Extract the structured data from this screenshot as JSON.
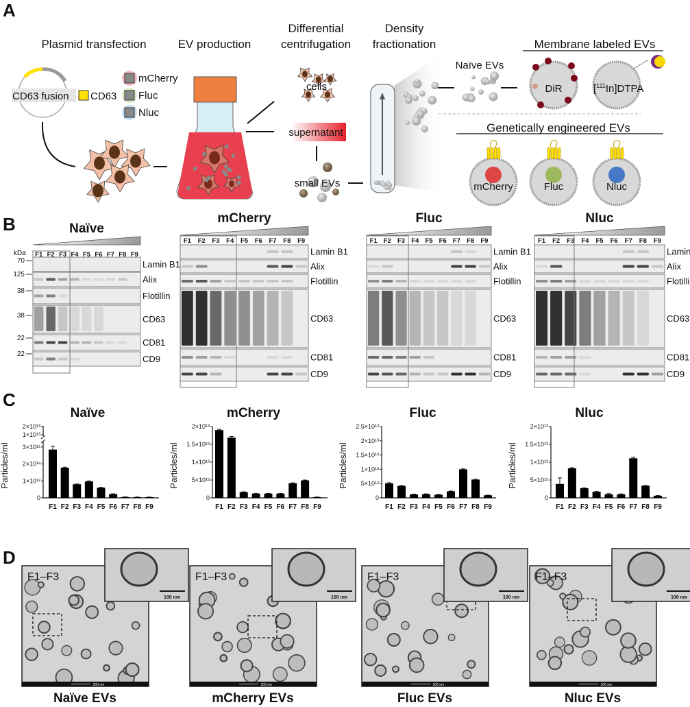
{
  "panel_a": {
    "label": "A",
    "steps": {
      "plasmid": "Plasmid transfection",
      "ev_production": "EV production",
      "diff_centrifugation": [
        "Differential",
        "centrifugation"
      ],
      "density": [
        "Density",
        "fractionation"
      ]
    },
    "construct": {
      "fusion": "CD63 fusion",
      "cd63": "CD63",
      "reporters": [
        {
          "name": "mCherry",
          "glow": "#f4a0a8"
        },
        {
          "name": "Fluc",
          "glow": "#cfe8a8"
        },
        {
          "name": "Nluc",
          "glow": "#a8d4f4"
        }
      ]
    },
    "products": {
      "cells": "cells",
      "supernatant": "supernatant",
      "small_evs": "small EVs"
    },
    "naive_evs": "Naïve EVs",
    "membrane": {
      "heading": "Membrane labeled EVs",
      "dir": "DiR",
      "dtpa": {
        "prefix": "[",
        "sup": "111",
        "suffix": "In]DTPA"
      }
    },
    "genetic": {
      "heading": "Genetically engineered EVs",
      "labels": [
        "mCherry",
        "Fluc",
        "Nluc"
      ]
    },
    "colors": {
      "cell": "#f4c0a8",
      "nucleus": "#5a3418",
      "medium": "#e8404f",
      "cap": "#f08040",
      "cd63": "#ffe000"
    }
  },
  "panel_b": {
    "label": "B",
    "kda_label": "kDa",
    "markers": [
      "70",
      "125",
      "38",
      "38",
      "22",
      "22"
    ],
    "lanes": [
      "F1",
      "F2",
      "F3",
      "F4",
      "F5",
      "F6",
      "F7",
      "F8",
      "F9"
    ],
    "proteins": [
      "Lamin B1",
      "Alix",
      "Flotillin",
      "CD63",
      "CD81",
      "CD9"
    ],
    "blots": [
      {
        "title": "Naïve"
      },
      {
        "title": "mCherry"
      },
      {
        "title": "Fluc"
      },
      {
        "title": "Nluc"
      }
    ]
  },
  "panel_c": {
    "label": "C"
  },
  "chart_data": [
    {
      "type": "bar",
      "title": "Naïve",
      "ylabel": "Particles/ml",
      "categories": [
        "F1",
        "F2",
        "F3",
        "F4",
        "F5",
        "F6",
        "F7",
        "F8",
        "F9"
      ],
      "values": [
        2850000000000.0,
        1780000000000.0,
        800000000000.0,
        970000000000.0,
        600000000000.0,
        220000000000.0,
        50000000000.0,
        40000000000.0,
        40000000000.0
      ],
      "errors": [
        200000000000.0,
        30000000000.0,
        20000000000.0,
        30000000000.0,
        20000000000.0,
        20000000000.0,
        10000000000.0,
        10000000000.0,
        10000000000.0
      ],
      "broken_axis": true,
      "ylim_lower": [
        0,
        3300000000000.0
      ],
      "ylim_upper": [
        10000000000000.0,
        20000000000000.0
      ],
      "yticks": [
        {
          "v": 0,
          "label": "0"
        },
        {
          "v": 1000000000000.0,
          "label": "1×10¹²"
        },
        {
          "v": 2000000000000.0,
          "label": "2×10¹²"
        },
        {
          "v": 3000000000000.0,
          "label": "3×10¹²"
        },
        {
          "v": 10000000000000.0,
          "label": "1×10¹³"
        },
        {
          "v": 20000000000000.0,
          "label": "2×10¹³"
        }
      ]
    },
    {
      "type": "bar",
      "title": "mCherry",
      "ylabel": "Particles/ml",
      "categories": [
        "F1",
        "F2",
        "F3",
        "F4",
        "F5",
        "F6",
        "F7",
        "F8",
        "F9"
      ],
      "values": [
        19000000000000.0,
        16900000000000.0,
        1600000000000.0,
        1200000000000.0,
        1200000000000.0,
        1200000000000.0,
        4100000000000.0,
        4900000000000.0,
        200000000000.0
      ],
      "errors": [
        200000000000.0,
        300000000000.0,
        100000000000.0,
        50000000000.0,
        50000000000.0,
        50000000000.0,
        100000000000.0,
        100000000000.0,
        50000000000.0
      ],
      "ylim": [
        0,
        20000000000000.0
      ],
      "yticks": [
        {
          "v": 0,
          "label": "0"
        },
        {
          "v": 5000000000000.0,
          "label": "5×10¹²"
        },
        {
          "v": 10000000000000.0,
          "label": "1×10¹³"
        },
        {
          "v": 15000000000000.0,
          "label": "1.5×10¹³"
        },
        {
          "v": 20000000000000.0,
          "label": "2×10¹³"
        }
      ]
    },
    {
      "type": "bar",
      "title": "Fluc",
      "ylabel": "Particles/ml",
      "categories": [
        "F1",
        "F2",
        "F3",
        "F4",
        "F5",
        "F6",
        "F7",
        "F8",
        "F9"
      ],
      "values": [
        5100000000000.0,
        4200000000000.0,
        1200000000000.0,
        1300000000000.0,
        1100000000000.0,
        2300000000000.0,
        10000000000000.0,
        6400000000000.0,
        900000000000.0
      ],
      "errors": [
        200000000000.0,
        150000000000.0,
        100000000000.0,
        100000000000.0,
        100000000000.0,
        100000000000.0,
        150000000000.0,
        150000000000.0,
        50000000000.0
      ],
      "ylim": [
        0,
        25000000000000.0
      ],
      "yticks": [
        {
          "v": 0,
          "label": "0"
        },
        {
          "v": 5000000000000.0,
          "label": "5×10¹²"
        },
        {
          "v": 10000000000000.0,
          "label": "1×10¹³"
        },
        {
          "v": 15000000000000.0,
          "label": "1.5×10¹³"
        },
        {
          "v": 20000000000000.0,
          "label": "2×10¹³"
        },
        {
          "v": 25000000000000.0,
          "label": "2.5×10¹³"
        }
      ]
    },
    {
      "type": "bar",
      "title": "Nluc",
      "ylabel": "Particles/ml",
      "categories": [
        "F1",
        "F2",
        "F3",
        "F4",
        "F5",
        "F6",
        "F7",
        "F8",
        "F9"
      ],
      "values": [
        3900000000000.0,
        8300000000000.0,
        2700000000000.0,
        1700000000000.0,
        1000000000000.0,
        1000000000000.0,
        11100000000000.0,
        3400000000000.0,
        600000000000.0
      ],
      "errors": [
        1700000000000.0,
        150000000000.0,
        100000000000.0,
        100000000000.0,
        200000000000.0,
        100000000000.0,
        300000000000.0,
        100000000000.0,
        50000000000.0
      ],
      "ylim": [
        0,
        20000000000000.0
      ],
      "yticks": [
        {
          "v": 0,
          "label": "0"
        },
        {
          "v": 5000000000000.0,
          "label": "5×10¹²"
        },
        {
          "v": 10000000000000.0,
          "label": "1×10¹³"
        },
        {
          "v": 15000000000000.0,
          "label": "1.5×10¹³"
        },
        {
          "v": 20000000000000.0,
          "label": "2×10¹³"
        }
      ]
    }
  ],
  "panel_d": {
    "label": "D",
    "region": "F1–F3",
    "main_scale": "200 nm",
    "inset_scale": "100 nm",
    "titles": [
      "Naïve EVs",
      "mCherry EVs",
      "Fluc EVs",
      "Nluc EVs"
    ]
  }
}
